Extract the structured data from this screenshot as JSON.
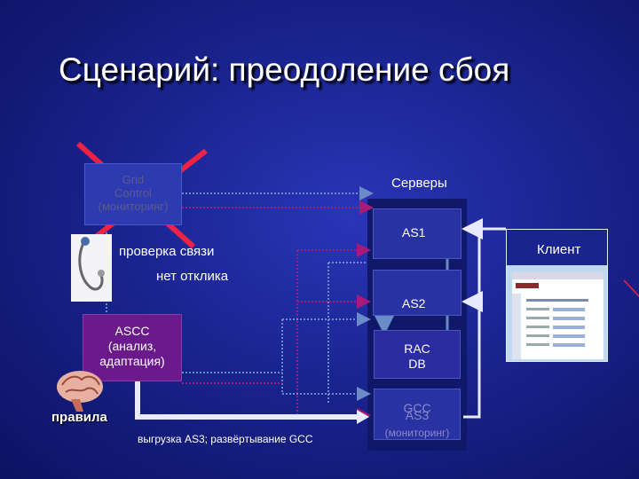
{
  "title": "Сценарий: преодоление сбоя",
  "nodes": {
    "grid_control": {
      "line1": "Grid",
      "line2": "Control",
      "line3": "(мониторинг)"
    },
    "ascc": {
      "line1": "ASCC",
      "line2": "(анализ,",
      "line3": "адаптация)"
    },
    "servers_label": "Серверы",
    "as1": "AS1",
    "as2": "AS2",
    "rac": {
      "line1": "RAC",
      "line2": "DB"
    },
    "gcc": {
      "line1": "GCC",
      "line2": "AS3",
      "line3": "(мониторинг)"
    },
    "client": "Клиент"
  },
  "labels": {
    "heartbeat": "проверка связи",
    "no_response": "нет отклика",
    "rules": "правила",
    "action": "выгрузка AS3; развёртывание GCC"
  },
  "colors": {
    "background": "#1a248f",
    "ascc_box": "#6a1a8a",
    "cross": "#ee2244",
    "arrow_magenta": "#a81a78",
    "arrow_blue": "#6a8ac8",
    "server_panel": "#10186a",
    "server_box": "#2832a2"
  },
  "icons": [
    "stethoscope-icon",
    "brain-icon",
    "browser-screenshot-icon",
    "red-cross-icon"
  ]
}
